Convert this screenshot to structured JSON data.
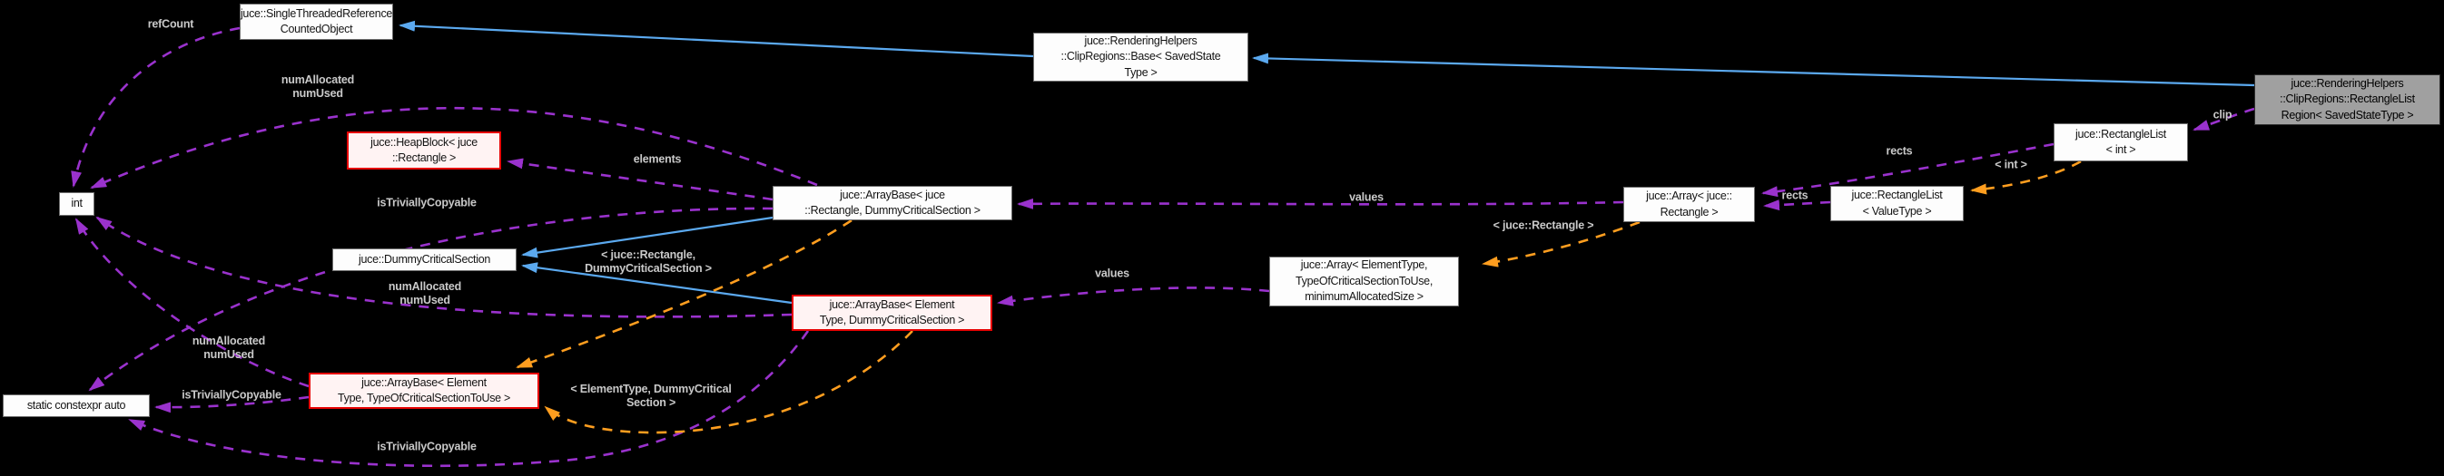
{
  "diagram": {
    "type": "doxygen-collaboration-graph",
    "background": "#000000",
    "colors": {
      "usage_edge": "#9a32cd",
      "template_instance_edge": "#ff9e1f",
      "inheritance_edge": "#5ba9ef",
      "edge_label_text": "#c9c9c9",
      "node_fill": "#fdfdfd",
      "node_border": "#6f6f6f",
      "current_node_fill": "#a0a0a0",
      "template_node_fill": "#fff3f3",
      "template_node_border": "#e60000"
    },
    "nodes": {
      "single_threaded_reference_counted_object": {
        "label": "juce::SingleThreadedReference\nCountedObject"
      },
      "clip_regions_base": {
        "label": "juce::RenderingHelpers\n::ClipRegions::Base< SavedState\nType >"
      },
      "rectangle_list_region": {
        "label": "juce::RenderingHelpers\n::ClipRegions::RectangleList\nRegion< SavedStateType >"
      },
      "rectangle_list_int": {
        "label": "juce::RectangleList\n< int >"
      },
      "rectangle_list_valuetype": {
        "label": "juce::RectangleList\n< ValueType >"
      },
      "array_rectangle": {
        "label": "juce::Array< juce::\nRectangle >"
      },
      "array_elementtype": {
        "label": "juce::Array< ElementType,\nTypeOfCriticalSectionToUse,\nminimumAllocatedSize >"
      },
      "arraybase_rectangle_dcs": {
        "label": "juce::ArrayBase< juce\n::Rectangle, DummyCriticalSection >"
      },
      "arraybase_elementtype_dcs": {
        "label": "juce::ArrayBase< Element\nType, DummyCriticalSection >"
      },
      "heapblock_rectangle": {
        "label": "juce::HeapBlock< juce\n::Rectangle >"
      },
      "dummy_critical_section": {
        "label": "juce::DummyCriticalSection"
      },
      "int_type": {
        "label": "int"
      },
      "static_constexpr_auto": {
        "label": "static constexpr auto"
      },
      "arraybase_elementtype_tocstu": {
        "label": "juce::ArrayBase< Element\nType, TypeOfCriticalSectionToUse >"
      }
    },
    "edge_labels": {
      "ref_count": "refCount",
      "num_allocated_top": "numAllocated\nnumUsed",
      "elements": "elements",
      "is_trivially_copyable_upper": "isTriviallyCopyable",
      "tmpl_rectangle_dcs": "< juce::Rectangle,\nDummyCriticalSection >",
      "num_allocated_mid": "numAllocated\nnumUsed",
      "num_allocated_bottom": "numAllocated\nnumUsed",
      "is_trivially_copyable_static": "isTriviallyCopyable",
      "is_trivially_copyable_bottom": "isTriviallyCopyable",
      "tmpl_elementtype_dcs": "< ElementType, DummyCritical\nSection >",
      "values_upper": "values",
      "values_lower": "values",
      "tmpl_rectangle": "< juce::Rectangle >",
      "rects_upper": "rects",
      "rects_lower": "rects",
      "tmpl_int": "< int >",
      "clip": "clip"
    }
  }
}
